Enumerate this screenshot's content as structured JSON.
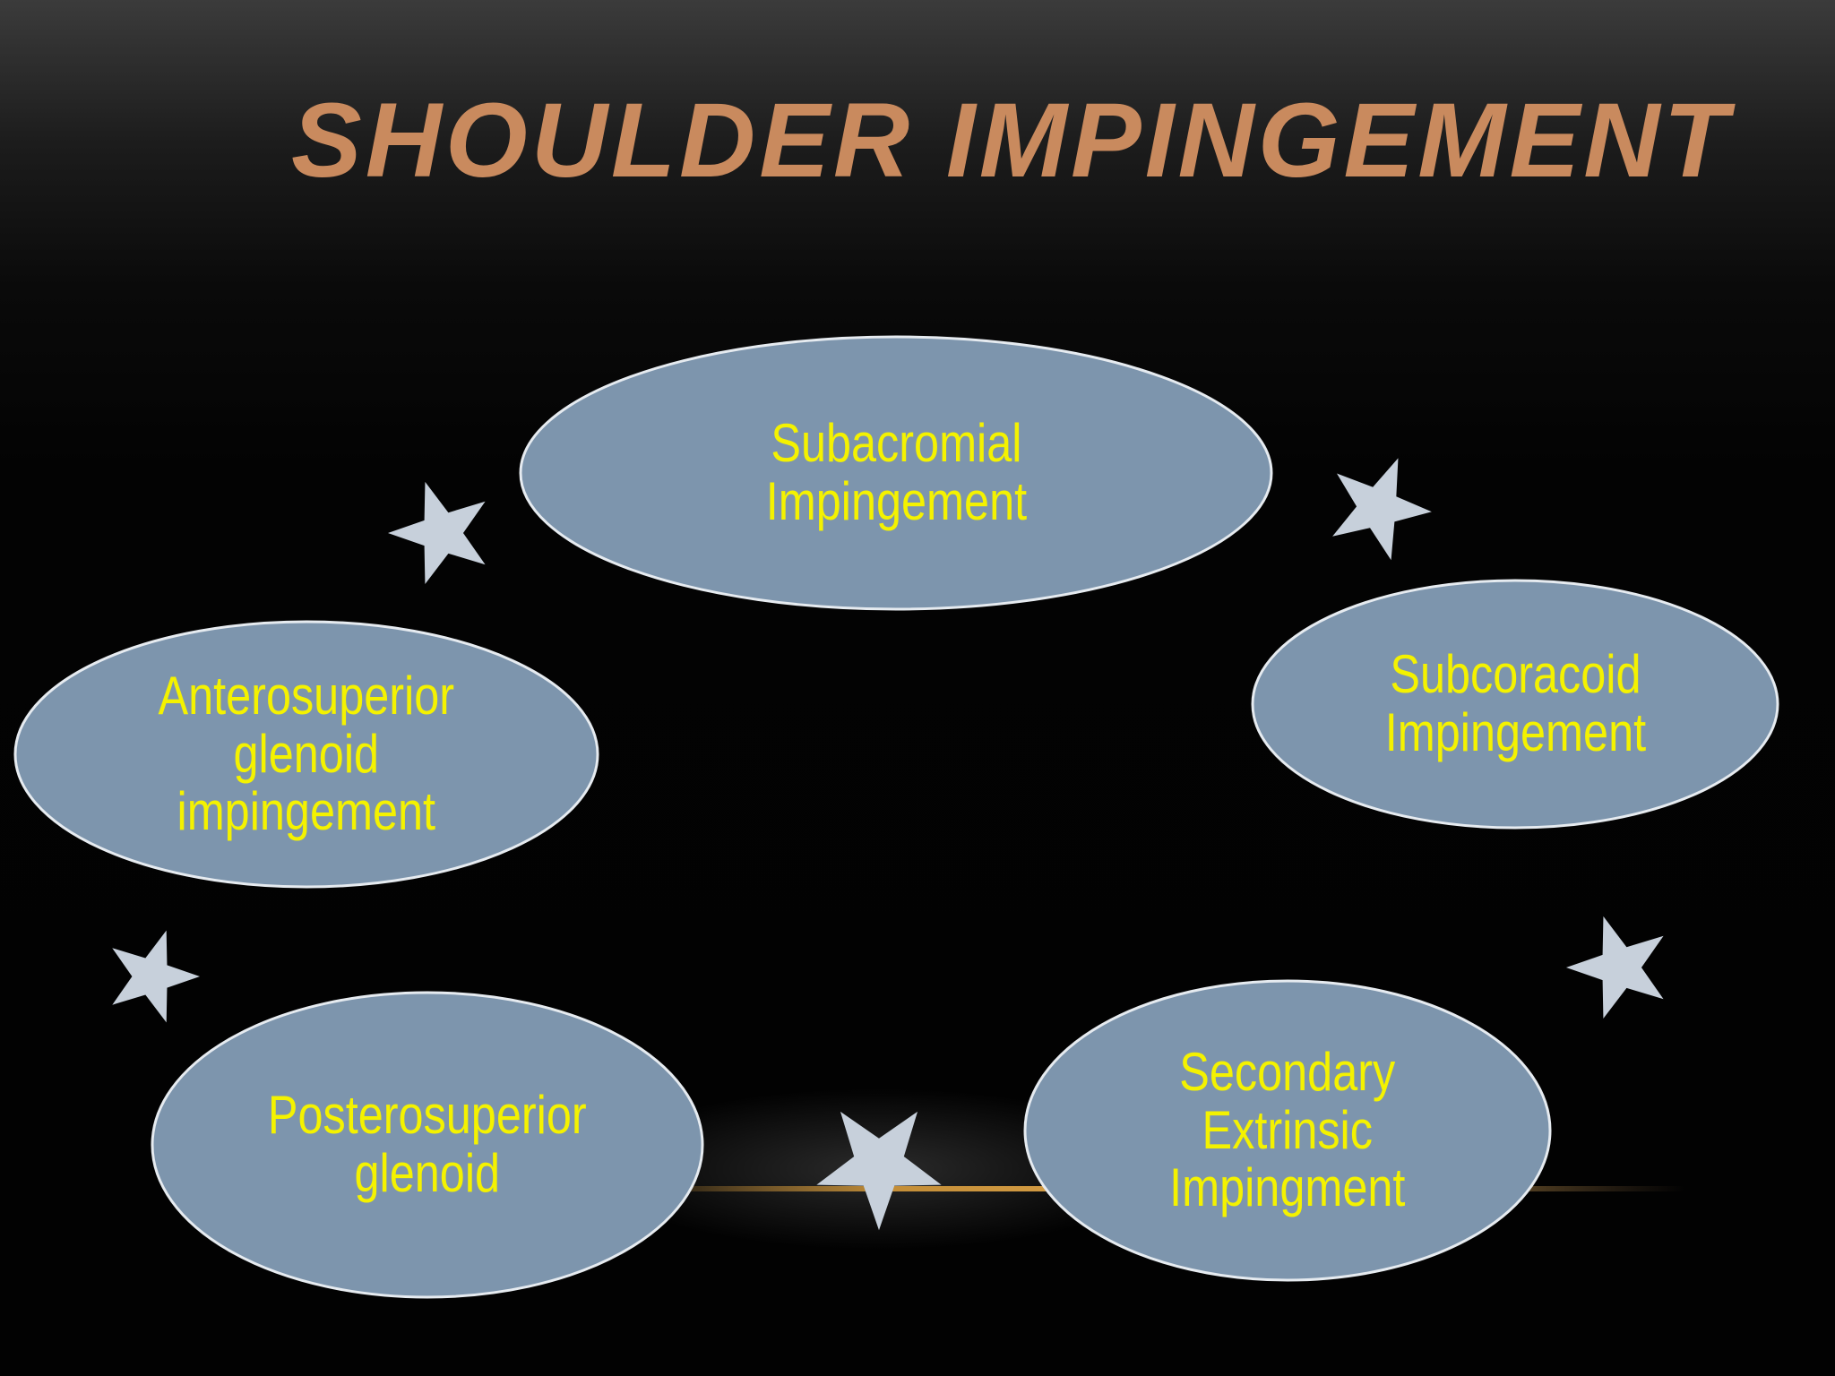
{
  "title": "SHOULDER IMPINGEMENT",
  "colors": {
    "title": "#c98a5e",
    "ellipse_fill": "#7d95ad",
    "ellipse_stroke": "#e6ebf0",
    "node_text": "#f4f200",
    "star": "#c7d0db",
    "glow": "#d69a3a"
  },
  "nodes": [
    {
      "id": "subacromial",
      "label": "Subacromial\nImpingement"
    },
    {
      "id": "subcoracoid",
      "label": "Subcoracoid\nImpingement"
    },
    {
      "id": "secondary-extrinsic",
      "label": "Secondary\nExtrinsic\nImpingment"
    },
    {
      "id": "posterosuperior",
      "label": "Posterosuperior\nglenoid"
    },
    {
      "id": "anterosuperior",
      "label": "Anterosuperior\nglenoid\nimpingement"
    }
  ],
  "stars_icon": "star-icon"
}
